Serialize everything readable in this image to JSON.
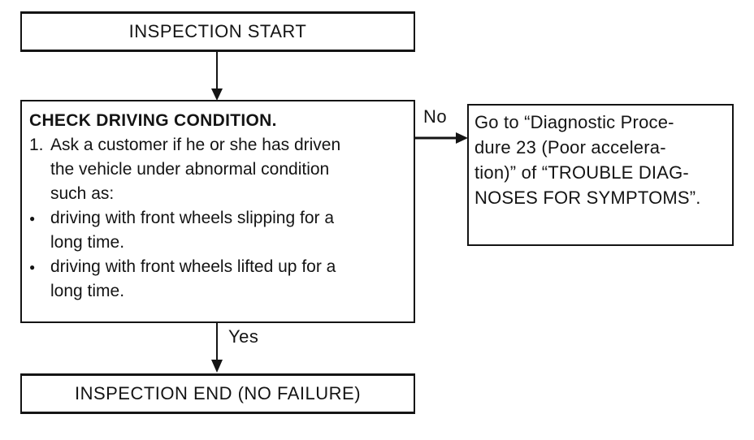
{
  "flowchart": {
    "start": {
      "label": "INSPECTION START"
    },
    "check": {
      "title": "CHECK DRIVING CONDITION.",
      "items": [
        {
          "marker": "1.",
          "text": "Ask a customer if he or she has driven\nthe vehicle under abnormal condition\nsuch as:"
        },
        {
          "marker": "●",
          "text": "driving with front wheels slipping for a\nlong time."
        },
        {
          "marker": "●",
          "text": "driving with front wheels lifted up for a\nlong time."
        }
      ]
    },
    "branches": {
      "no_label": "No",
      "yes_label": "Yes"
    },
    "referral": {
      "text": "Go to “Diagnostic Proce-\ndure 23 (Poor accelera-\ntion)” of “TROUBLE DIAG-\nNOSES FOR SYMPTOMS”."
    },
    "end": {
      "label": "INSPECTION END (NO FAILURE)"
    }
  },
  "colors": {
    "line": "#141414",
    "background": "#ffffff"
  }
}
